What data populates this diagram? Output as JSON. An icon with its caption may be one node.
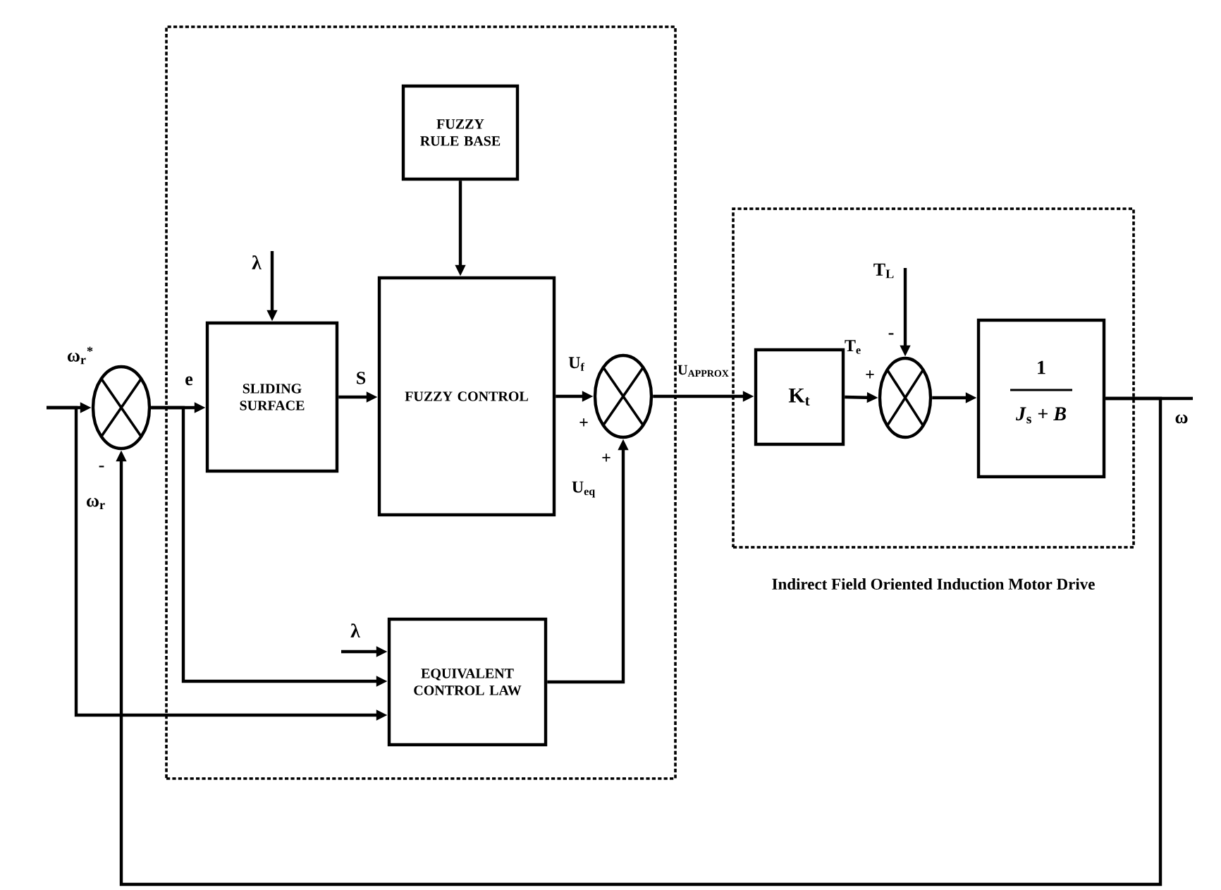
{
  "diagram": {
    "nodes": [
      {
        "text": [],
        "shape": "circle"
      },
      {
        "text": [],
        "shape": "box"
      },
      {
        "text": [
          "FUZZY RULE BASE"
        ],
        "in": 1
      },
      {
        "text": [
          "SLIDING SURFACE"
        ],
        "in": 1
      },
      {
        "text": [
          "FUZZY CONTROL"
        ],
        "in": 1
      },
      {
        "text": [],
        "shape": "circle",
        "in": 1
      },
      {
        "text": [
          "EQUIVALENT CONTROL LAW"
        ],
        "in": 1
      },
      {
        "text": [
          "Indirect Field Oriented Induction Motor Drive"
        ]
      },
      {
        "text": [
          "K$_{t}$"
        ],
        "in": 7
      },
      {
        "text": [],
        "shape": "circle",
        "in": 7
      },
      {
        "text": [
          "1",
          "*J*$_{s}$ + *B*"
        ],
        "in": 7
      }
    ],
    "edges": [
      {
        "from": null,
        "to": 0,
        "arrow": "to",
        "label": "ω$_{r}$$^{*}$"
      },
      {
        "from": null,
        "to": 6,
        "arrow": "to"
      },
      {
        "from": 0,
        "to": 3,
        "arrow": "to",
        "label": "e"
      },
      {
        "from": 0,
        "to": 6,
        "arrow": "to"
      },
      {
        "from": null,
        "to": 3,
        "arrow": "to",
        "label": "λ"
      },
      {
        "from": 2,
        "to": 4,
        "arrow": "to"
      },
      {
        "from": 3,
        "to": 4,
        "arrow": "to",
        "label": "S"
      },
      {
        "from": 4,
        "to": 5,
        "arrow": "to",
        "label": "U$_{f}$"
      },
      {
        "from": 6,
        "to": 5,
        "arrow": "to",
        "label": "U$_{eq}$"
      },
      {
        "from": 5,
        "to": 8,
        "arrow": "to",
        "label": "U$_{APPROX}$"
      },
      {
        "from": 8,
        "to": 9,
        "arrow": "to",
        "label": "T$_{e}$"
      },
      {
        "from": null,
        "to": 9,
        "arrow": "to",
        "label": "T$_{L}$"
      },
      {
        "from": 9,
        "to": 10,
        "arrow": "to"
      },
      {
        "from": 10,
        "to": null,
        "arrow": "none",
        "label": "ω"
      },
      {
        "from": 10,
        "to": 0,
        "arrow": "to",
        "label": "ω$_{r}$"
      },
      {
        "from": null,
        "to": 6,
        "arrow": "to",
        "label": "λ"
      }
    ],
    "labels": [
      "-",
      "+",
      "+",
      "+",
      "-"
    ]
  }
}
